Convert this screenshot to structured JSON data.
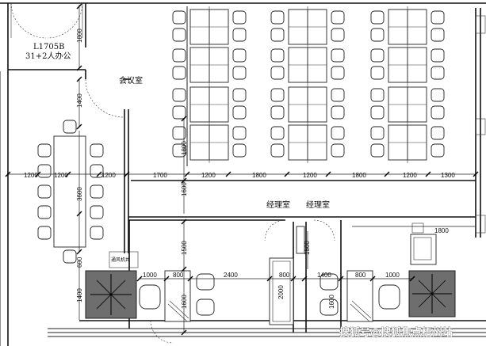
{
  "room_labels": {
    "unit": "L1705B",
    "unit_desc": "31+2人办公",
    "meeting_room": "会议室",
    "manager_room_1": "经理室",
    "manager_room_2": "经理室",
    "small_label": "通风机井"
  },
  "dimensions": {
    "d1800_top": "1800",
    "d1400_left": "1400",
    "d1200_a": "1200",
    "d1200_b": "1200",
    "d1200_c": "1200",
    "d3600": "3600",
    "d1700": "1700",
    "d1200_row1": "1200",
    "d1800_row1": "1800",
    "d1200_row2": "1200",
    "d1800_row2": "1800",
    "d1200_row3": "1200",
    "d1300": "1300",
    "d1600_v": "1600",
    "d1800_vdesk": "1800",
    "d1800_right": "1800",
    "d1500_mid": "1500",
    "d1500_right": "1500",
    "d600_left": "600",
    "d1000_a": "1000",
    "d800_a": "800",
    "d2400": "2400",
    "d800_b": "800",
    "d1400_b": "1400",
    "d800_c": "800",
    "d1000_b": "1000",
    "d1600_a": "1600",
    "d2000": "2000",
    "d1600_b": "1600",
    "d1400_bottom": "1400"
  },
  "watermark": "搜狐号@搜狐焦点梧州站"
}
